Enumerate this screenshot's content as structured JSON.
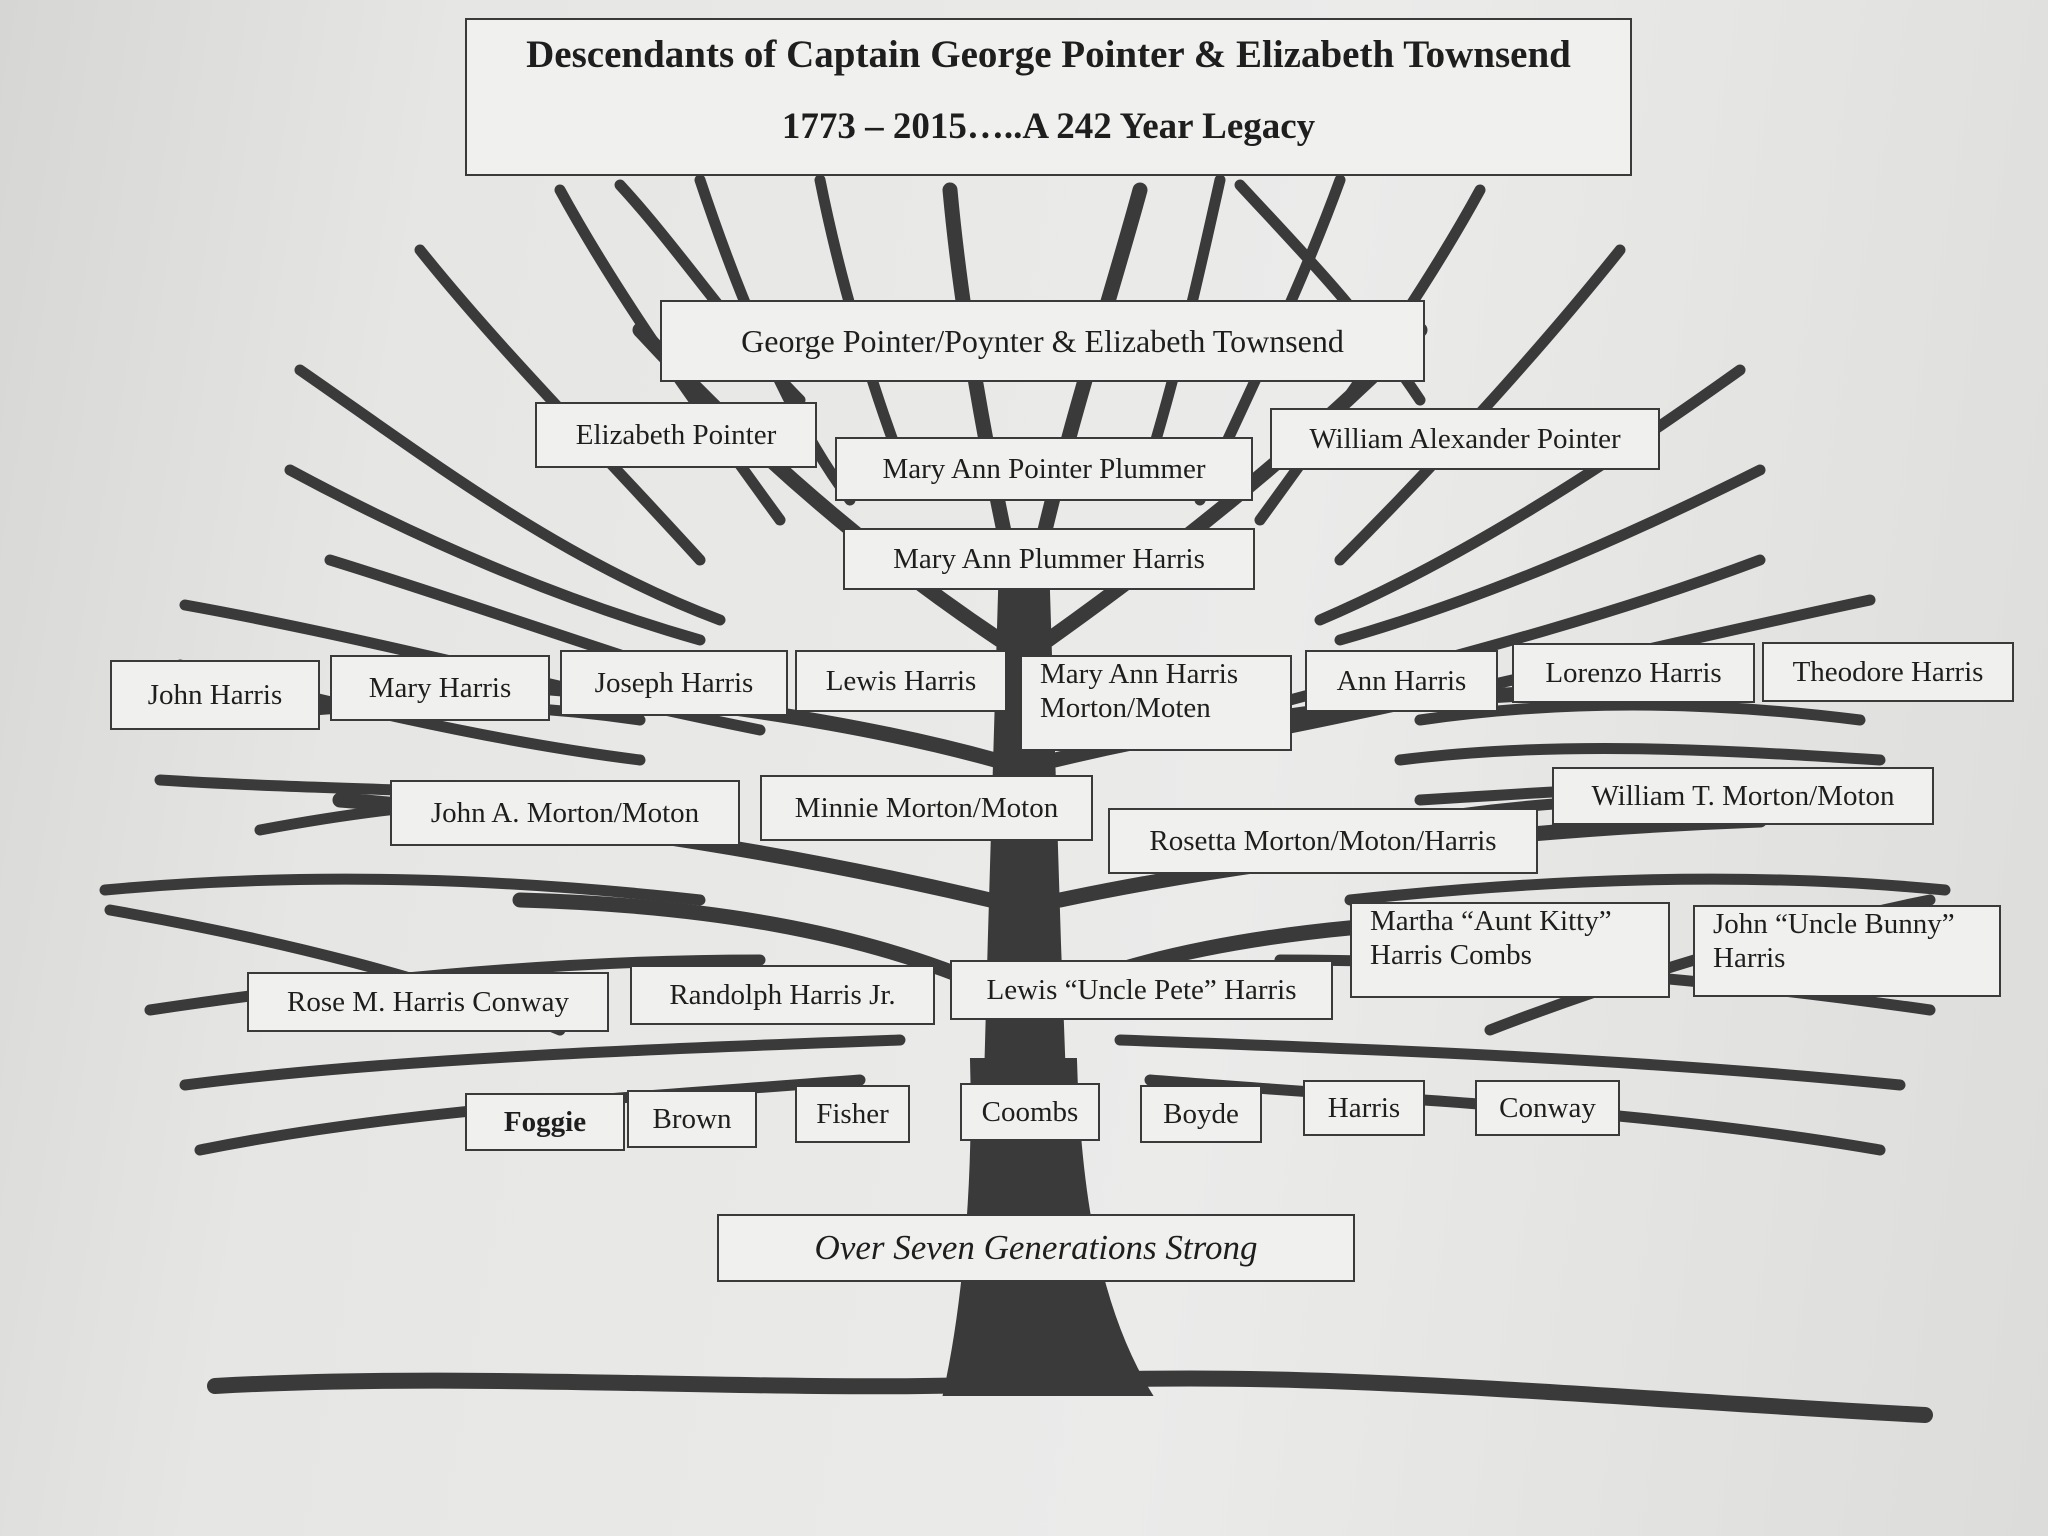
{
  "title": {
    "line1": "Descendants of Captain George Pointer & Elizabeth Townsend",
    "line2": "1773 – 2015…..A 242 Year Legacy"
  },
  "generation1": {
    "couple": "George Pointer/Poynter & Elizabeth Townsend"
  },
  "generation2": {
    "elizabeth": "Elizabeth Pointer",
    "mary_ann": "Mary Ann Pointer Plummer",
    "william": "William Alexander Pointer"
  },
  "generation3": {
    "mary_ann_harris": "Mary Ann Plummer Harris"
  },
  "generation4": {
    "john": "John Harris",
    "mary": "Mary Harris",
    "joseph": "Joseph Harris",
    "lewis": "Lewis Harris",
    "mary_ann_line1": "Mary Ann Harris",
    "mary_ann_line2": "Morton/Moten",
    "ann": "Ann Harris",
    "lorenzo": "Lorenzo Harris",
    "theodore": "Theodore Harris"
  },
  "generation5": {
    "john_a": "John A. Morton/Moton",
    "minnie": "Minnie Morton/Moton",
    "rosetta": "Rosetta Morton/Moton/Harris",
    "william_t": "William T. Morton/Moton"
  },
  "generation6": {
    "rose": "Rose M. Harris Conway",
    "randolph": "Randolph Harris Jr.",
    "lewis": "Lewis “Uncle Pete” Harris",
    "martha_line1": "Martha “Aunt Kitty”",
    "martha_line2": "Harris Combs",
    "john_line1": "John “Uncle Bunny”",
    "john_line2": "Harris"
  },
  "surnames": [
    "Foggie",
    "Brown",
    "Fisher",
    "Coombs",
    "Boyde",
    "Harris",
    "Conway"
  ],
  "footer": "Over Seven Generations Strong"
}
